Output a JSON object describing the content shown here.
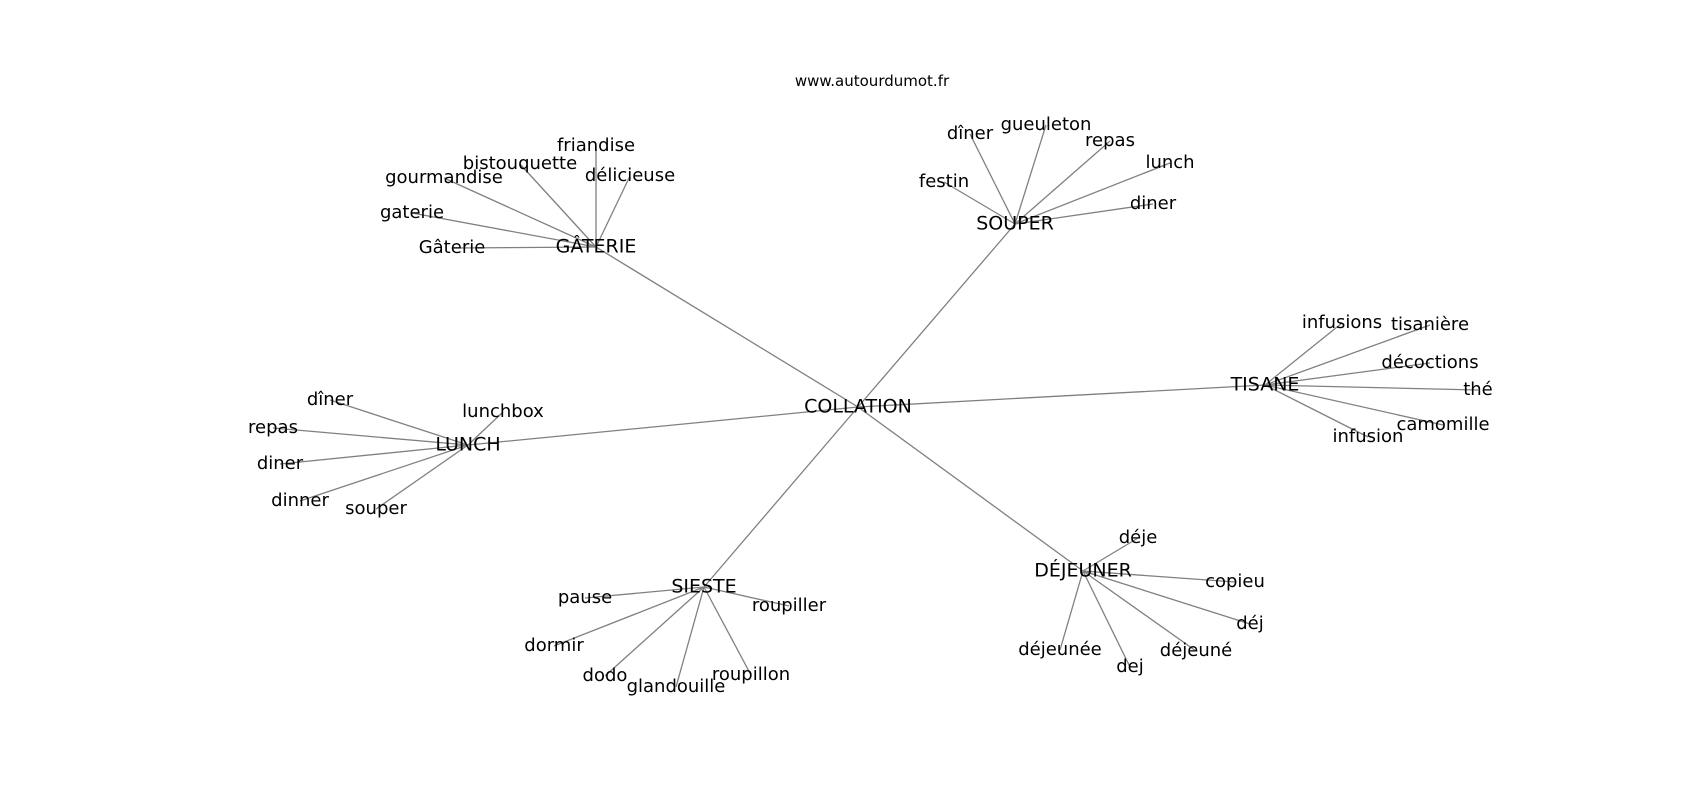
{
  "source": "www.autourdumot.fr",
  "center": "COLLATION",
  "groups": [
    {
      "label": "GÂTERIE",
      "children": [
        "friandise",
        "bistouquette",
        "délicieuse",
        "gourmandise",
        "gaterie",
        "Gâterie"
      ]
    },
    {
      "label": "SOUPER",
      "children": [
        "dîner",
        "gueuleton",
        "repas",
        "lunch",
        "festin",
        "diner"
      ]
    },
    {
      "label": "TISANE",
      "children": [
        "infusions",
        "tisanière",
        "décoctions",
        "thé",
        "camomille",
        "infusion"
      ]
    },
    {
      "label": "LUNCH",
      "children": [
        "dîner",
        "lunchbox",
        "repas",
        "diner",
        "dinner",
        "souper"
      ]
    },
    {
      "label": "SIESTE",
      "children": [
        "pause",
        "roupiller",
        "dormir",
        "dodo",
        "glandouille",
        "roupillon"
      ]
    },
    {
      "label": "DÉJEUNER",
      "children": [
        "déje",
        "copieu",
        "déj",
        "déjeunée",
        "dej",
        "déjeuné"
      ]
    }
  ]
}
